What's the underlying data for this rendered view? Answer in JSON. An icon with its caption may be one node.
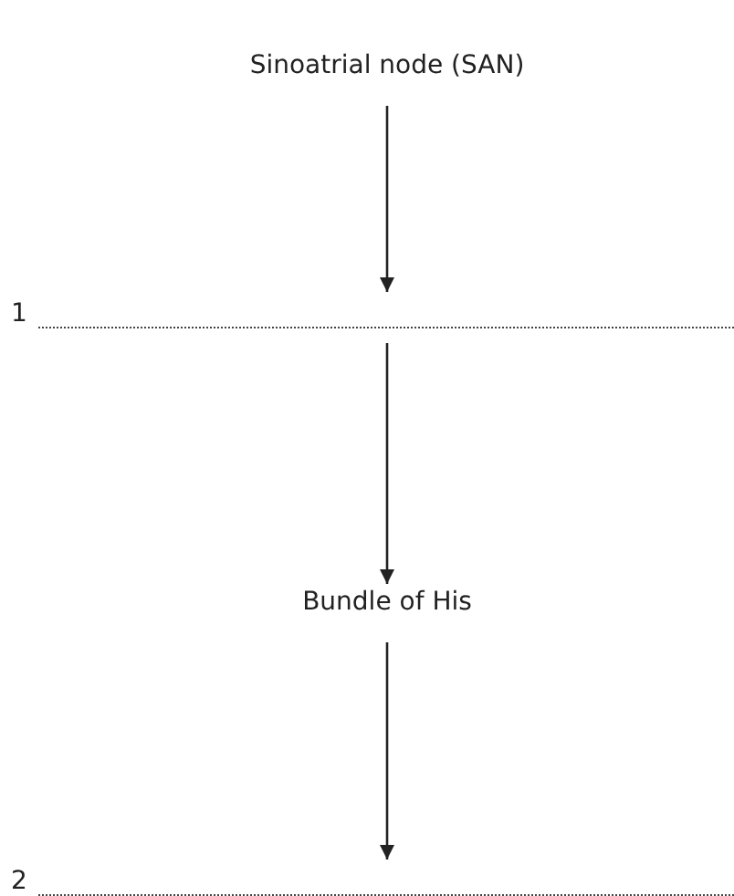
{
  "diagram": {
    "nodes": [
      {
        "text": [
          "Sinoatrial node (SAN)"
        ]
      },
      {
        "text": [
          "1"
        ]
      },
      {
        "text": [
          "Bundle of His"
        ]
      },
      {
        "text": [
          "2"
        ]
      }
    ],
    "edges": [
      {
        "from": 0,
        "to": 1,
        "arrow": "to"
      },
      {
        "from": 1,
        "to": 2,
        "arrow": "to"
      },
      {
        "from": 2,
        "to": 3,
        "arrow": "to"
      }
    ]
  }
}
